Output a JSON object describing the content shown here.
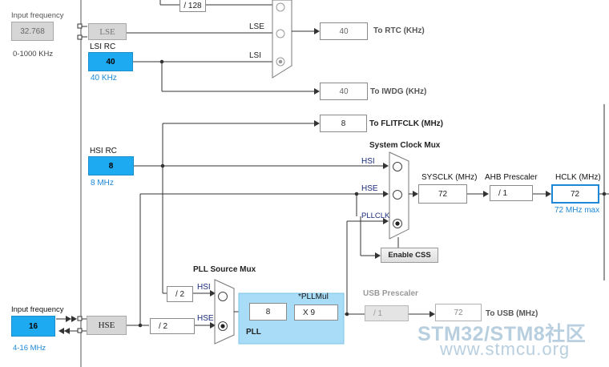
{
  "left_panel": {
    "lse_input_label": "Input frequency",
    "lse_input_value": "32.768",
    "lse_input_range": "0-1000 KHz",
    "lsi_label": "LSI RC",
    "lsi_value": "40",
    "lsi_freq": "40 KHz",
    "hsi_label": "HSI RC",
    "hsi_value": "8",
    "hsi_freq": "8 MHz",
    "hse_input_label": "Input frequency",
    "hse_input_value": "16",
    "hse_input_range": "4-16 MHz"
  },
  "blocks": {
    "lse_block": "LSE",
    "hse_block": "HSE",
    "rtc_div": "/ 128",
    "hse_div": "/ 2",
    "hsi_div2": "/ 2"
  },
  "rtc": {
    "lse_wire": "LSE",
    "lsi_wire": "LSI",
    "rtc_value": "40",
    "rtc_label": "To RTC (KHz)",
    "iwdg_value": "40",
    "iwdg_label": "To IWDG (KHz)"
  },
  "flit": {
    "value": "8",
    "label": "To FLITFCLK (MHz)"
  },
  "sysclk_mux": {
    "title": "System Clock Mux",
    "in_hsi": "HSI",
    "in_hse": "HSE",
    "in_pllclk": "PLLCLK",
    "enable_css": "Enable CSS"
  },
  "sysclk": {
    "label": "SYSCLK (MHz)",
    "value": "72",
    "ahb_label": "AHB Prescaler",
    "ahb_value": "/ 1",
    "hclk_label": "HCLK (MHz)",
    "hclk_value": "72",
    "hclk_max": "72 MHz max"
  },
  "pll": {
    "source_mux_title": "PLL Source Mux",
    "in_hsi": "HSI",
    "in_hse": "HSE",
    "pll_value": "8",
    "pllmul_label": "*PLLMul",
    "pllmul_value": "X 9",
    "pll_label": "PLL"
  },
  "usb": {
    "prescaler_label": "USB Prescaler",
    "prescaler_value": "/ 1",
    "value": "72",
    "label": "To USB (MHz)"
  },
  "watermark": {
    "line1": "STM32/STM8社区",
    "line2": "www.stmcu.org"
  },
  "colors": {
    "accent_blue": "#1eaaf1",
    "link_blue": "#1e88d6",
    "pll_panel": "#a9dcf7"
  }
}
